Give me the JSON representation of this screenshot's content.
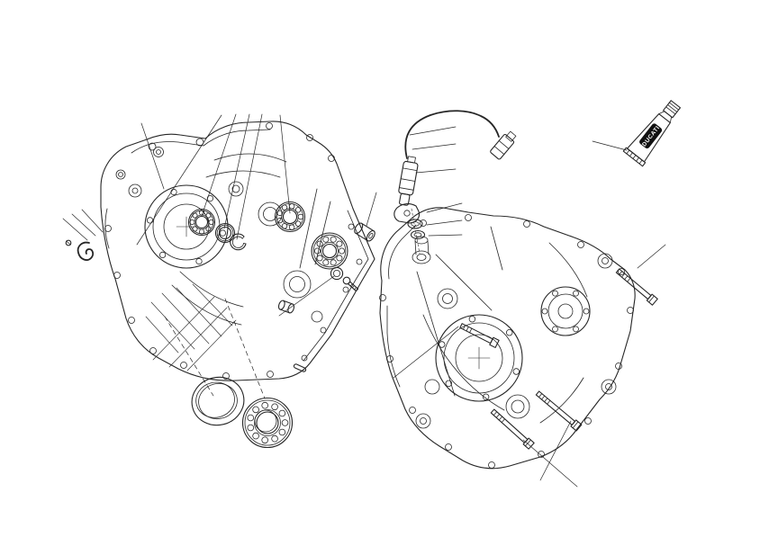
{
  "diagram": {
    "colors": {
      "line": "#262626",
      "background": "#ffffff",
      "tube_label_bg": "#111111",
      "tube_label_text": "#ffffff"
    },
    "tube": {
      "brand": "DUCATI"
    },
    "parts": [
      "left-crankcase-half",
      "right-crankcase-half",
      "sensor-with-cable",
      "cable-connector",
      "sensor-bracket",
      "o-ring-washers",
      "ball-bearing-small",
      "spacer-ring",
      "circlip",
      "ball-bearing-medium",
      "roller-bearing",
      "bushing",
      "washer",
      "screw-small",
      "plug",
      "dowel-pin",
      "bearing-outer-race",
      "ball-bearing-large",
      "s-hook-clip",
      "screw-tiny",
      "grease-tube",
      "hex-bolt-1",
      "hex-bolt-2",
      "hex-bolt-3",
      "hex-bolt-4"
    ]
  }
}
